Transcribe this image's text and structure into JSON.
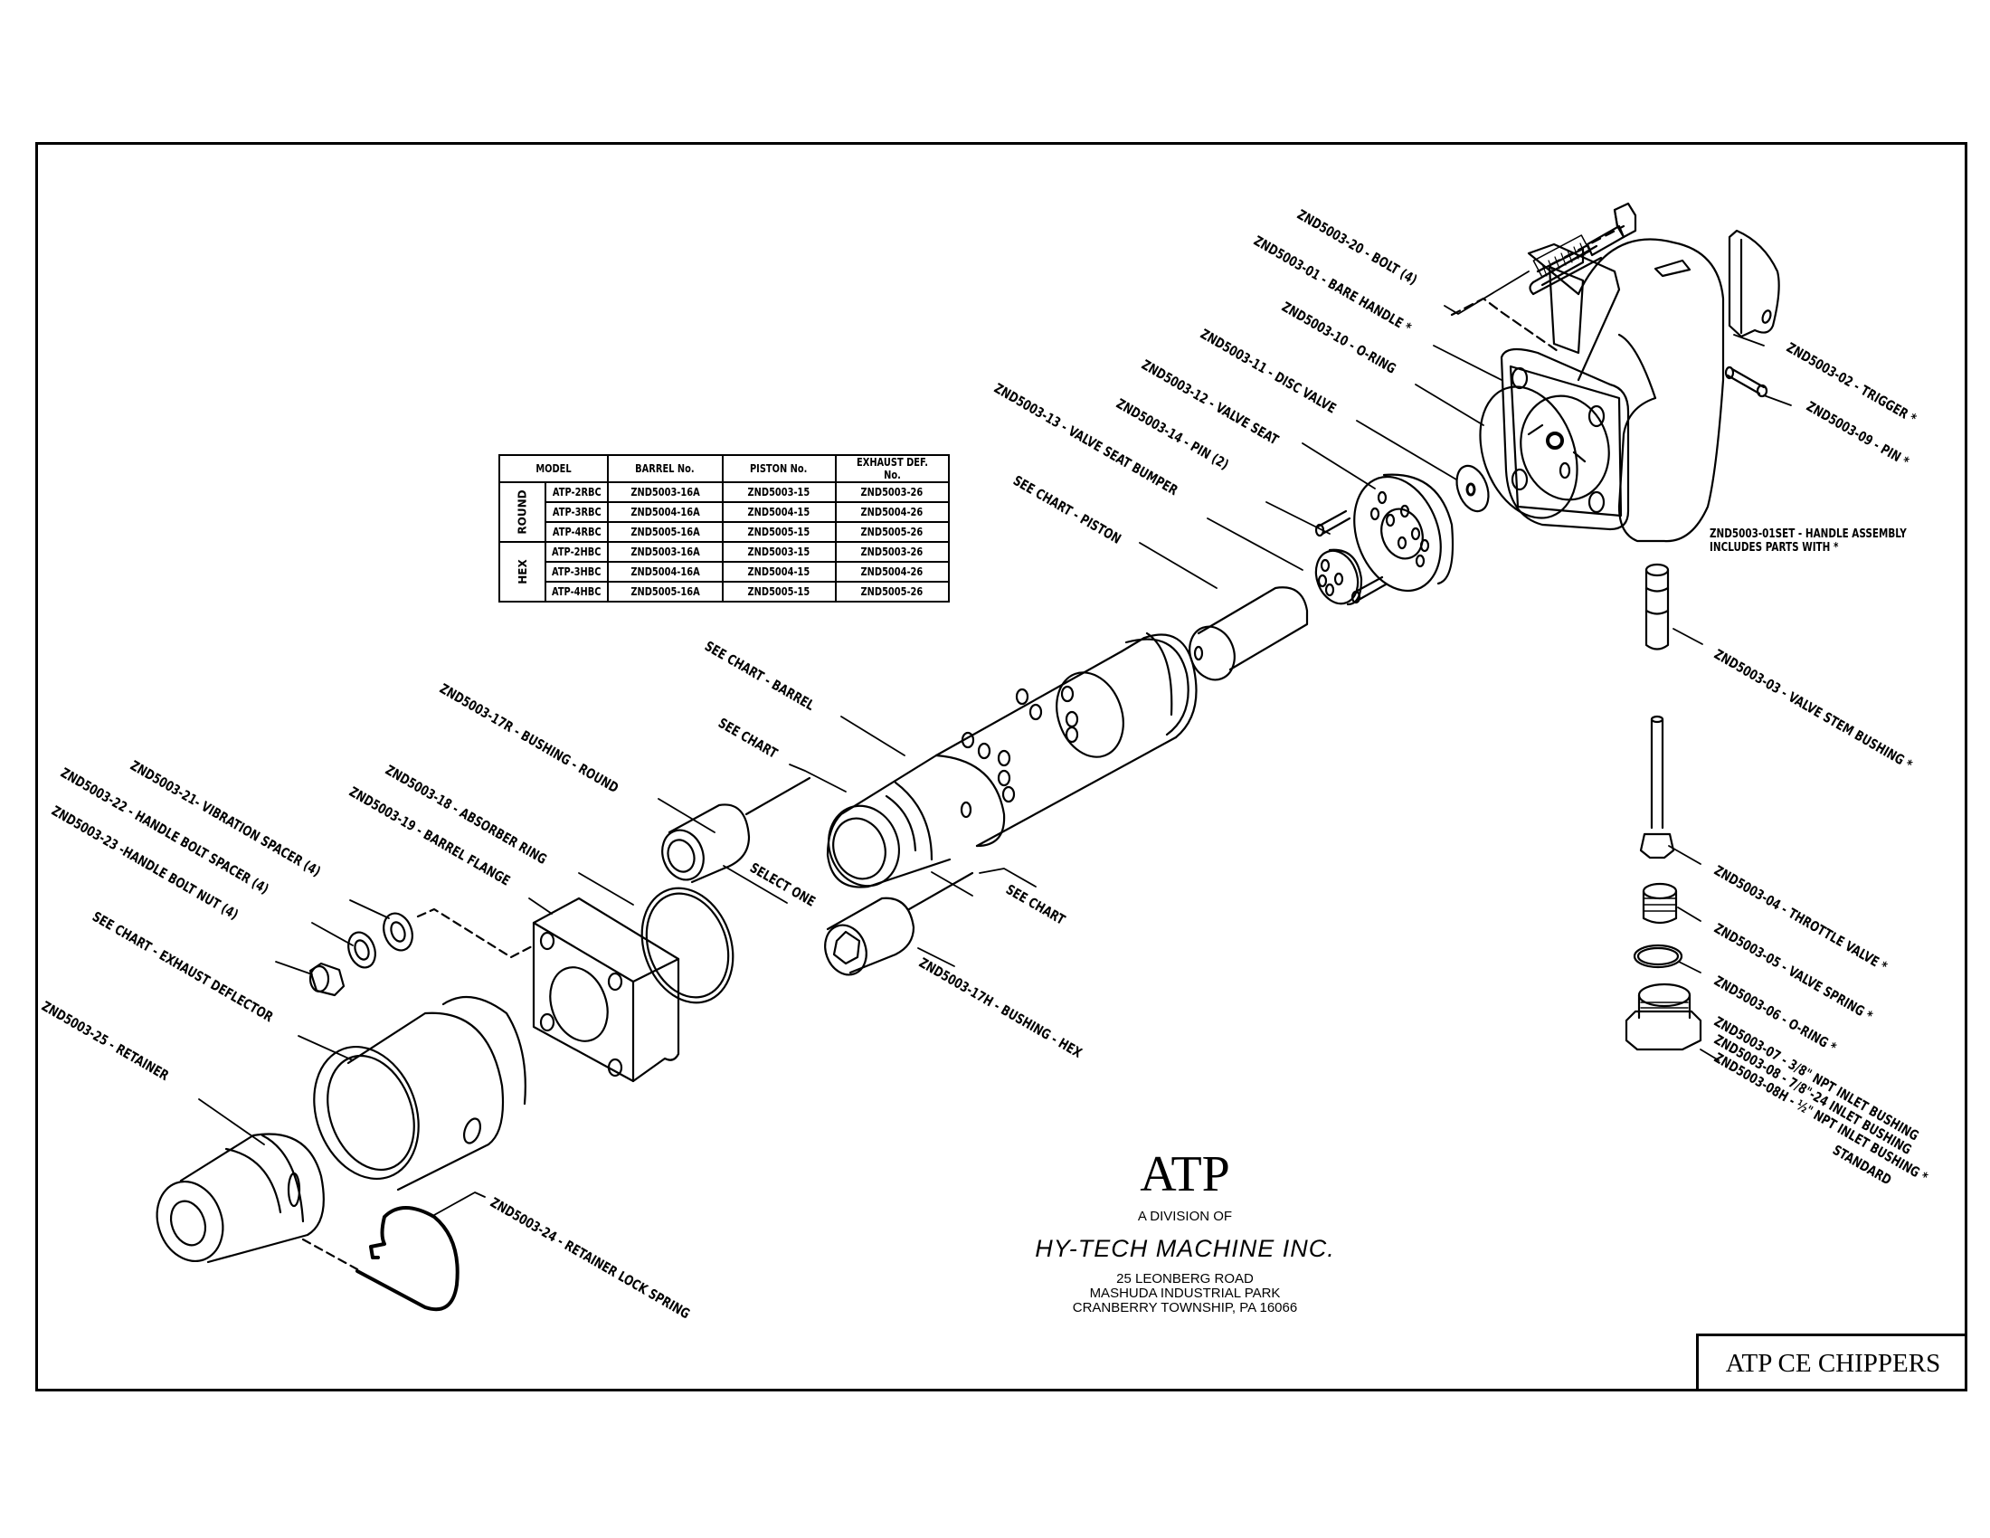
{
  "drawing": {
    "title_block": "ATP CE CHIPPERS",
    "brand": {
      "name": "ATP",
      "division_of": "A DIVISION OF",
      "company": "HY-TECH MACHINE INC.",
      "address": [
        "25 LEONBERG ROAD",
        "MASHUDA INDUSTRIAL PARK",
        "CRANBERRY TOWNSHIP, PA 16066"
      ]
    },
    "handle_assembly_note": [
      "ZND5003-01SET - HANDLE ASSEMBLY",
      "INCLUDES PARTS WITH *"
    ]
  },
  "parts_table": {
    "headers": [
      "MODEL",
      "BARREL No.",
      "PISTON No.",
      "EXHAUST DEF. No."
    ],
    "groups": [
      {
        "label": "ROUND",
        "rows": [
          [
            "ATP-2RBC",
            "ZND5003-16A",
            "ZND5003-15",
            "ZND5003-26"
          ],
          [
            "ATP-3RBC",
            "ZND5004-16A",
            "ZND5004-15",
            "ZND5004-26"
          ],
          [
            "ATP-4RBC",
            "ZND5005-16A",
            "ZND5005-15",
            "ZND5005-26"
          ]
        ]
      },
      {
        "label": "HEX",
        "rows": [
          [
            "ATP-2HBC",
            "ZND5003-16A",
            "ZND5003-15",
            "ZND5003-26"
          ],
          [
            "ATP-3HBC",
            "ZND5004-16A",
            "ZND5004-15",
            "ZND5004-26"
          ],
          [
            "ATP-4HBC",
            "ZND5005-16A",
            "ZND5005-15",
            "ZND5005-26"
          ]
        ]
      }
    ]
  },
  "callouts": {
    "bolt": "ZND5003-20 - BOLT (4)",
    "bare_handle": "ZND5003-01 - BARE HANDLE *",
    "o_ring_10": "ZND5003-10 - O-RING",
    "disc_valve": "ZND5003-11 - DISC VALVE",
    "valve_seat": "ZND5003-12 - VALVE SEAT",
    "pin_14": "ZND5003-14 - PIN (2)",
    "valve_seat_bumper": "ZND5003-13 - VALVE SEAT BUMPER",
    "piston": "SEE CHART - PISTON",
    "trigger": "ZND5003-02 - TRIGGER *",
    "pin_09": "ZND5003-09 - PIN *",
    "valve_stem_bushing": "ZND5003-03 - VALVE STEM BUSHING *",
    "throttle_valve": "ZND5003-04 - THROTTLE VALVE *",
    "valve_spring": "ZND5003-05 - VALVE SPRING *",
    "o_ring_06": "ZND5003-06 - O-RING *",
    "inlet_07": "ZND5003-07 - 3/8\" NPT INLET BUSHING",
    "inlet_08": "ZND5003-08 - 7/8\"-24 INLET BUSHING",
    "inlet_08h": "ZND5003-08H - ½\" NPT INLET BUSHING *",
    "inlet_08h_std": "STANDARD",
    "barrel": "SEE CHART - BARREL",
    "see_chart_a": "SEE CHART",
    "see_chart_b": "SEE CHART",
    "bushing_round": "ZND5003-17R - BUSHING - ROUND",
    "select_one": "SELECT ONE",
    "bushing_hex": "ZND5003-17H - BUSHING - HEX",
    "absorber_ring": "ZND5003-18 - ABSORBER RING",
    "barrel_flange": "ZND5003-19 - BARREL FLANGE",
    "vibration_spacer": "ZND5003-21- VIBRATION SPACER (4)",
    "handle_bolt_spacer": "ZND5003-22 - HANDLE BOLT SPACER (4)",
    "handle_bolt_nut": "ZND5003-23 -HANDLE BOLT NUT (4)",
    "exhaust_deflector": "SEE CHART - EXHAUST DEFLECTOR",
    "retainer": "ZND5003-25 - RETAINER",
    "retainer_lock_spring": "ZND5003-24 - RETAINER LOCK SPRING"
  }
}
